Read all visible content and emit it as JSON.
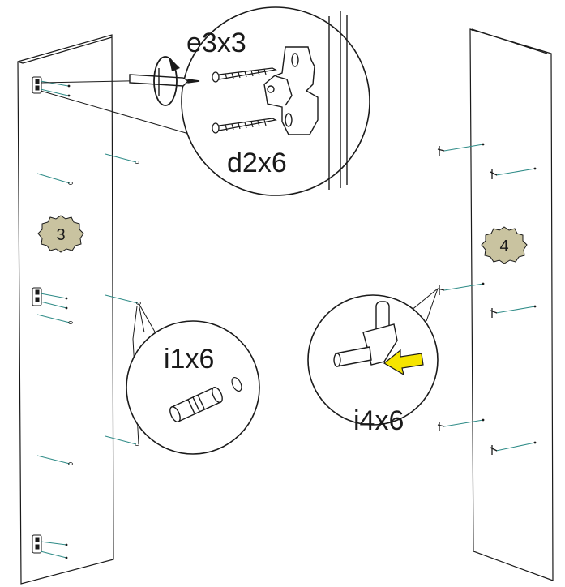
{
  "callouts": {
    "hinge_screw": "e3x3",
    "plate_screw": "d2x6",
    "dowel": "i1x6",
    "shelf_support": "i4x6"
  },
  "steps": {
    "left_panel": "3",
    "right_panel": "4"
  },
  "colors": {
    "line": "#1a1a1a",
    "drill_guide": "#2e8b87",
    "step_badge": "#c9c3a0",
    "arrow": "#f5e400"
  }
}
